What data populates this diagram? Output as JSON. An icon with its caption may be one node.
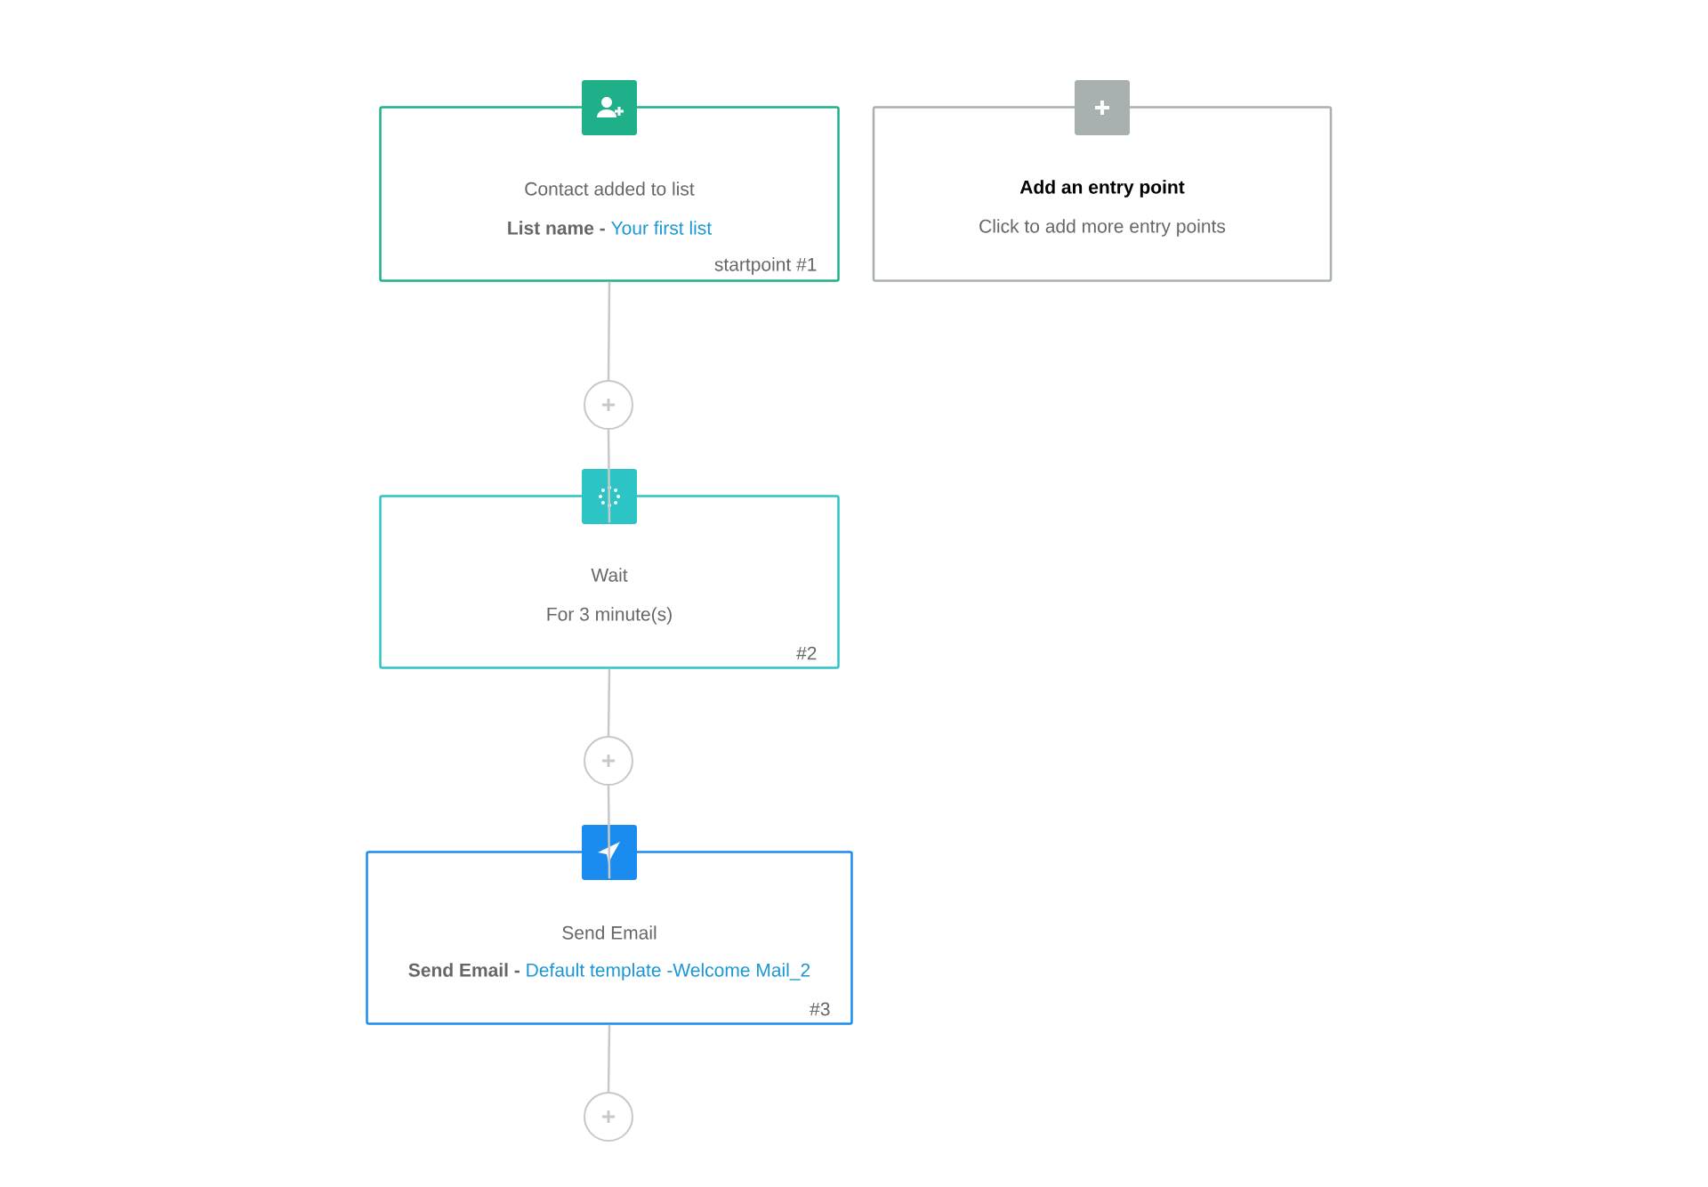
{
  "diagram": {
    "nodes": [
      {
        "text": [
          "Contact added to list",
          "List name -",
          "Your first list",
          "startpoint #1"
        ]
      },
      {
        "text": [
          "Add an entry point",
          "Click to add more entry points"
        ]
      },
      {
        "text": [],
        "shape": "circle"
      },
      {
        "text": [
          "Wait",
          "For 3 minute(s)",
          "#2"
        ]
      },
      {
        "text": [],
        "shape": "circle"
      },
      {
        "text": [
          "Send Email",
          "Send Email -",
          "Default template -Welcome Mail_2",
          "#3"
        ]
      },
      {
        "text": [],
        "shape": "circle"
      }
    ],
    "edges": [
      {
        "from": 0,
        "to": 2,
        "arrow": "none"
      },
      {
        "from": 2,
        "to": 3,
        "arrow": "none"
      },
      {
        "from": 3,
        "to": 4,
        "arrow": "none"
      },
      {
        "from": 4,
        "to": 5,
        "arrow": "none"
      },
      {
        "from": 5,
        "to": 6,
        "arrow": "none"
      }
    ]
  }
}
